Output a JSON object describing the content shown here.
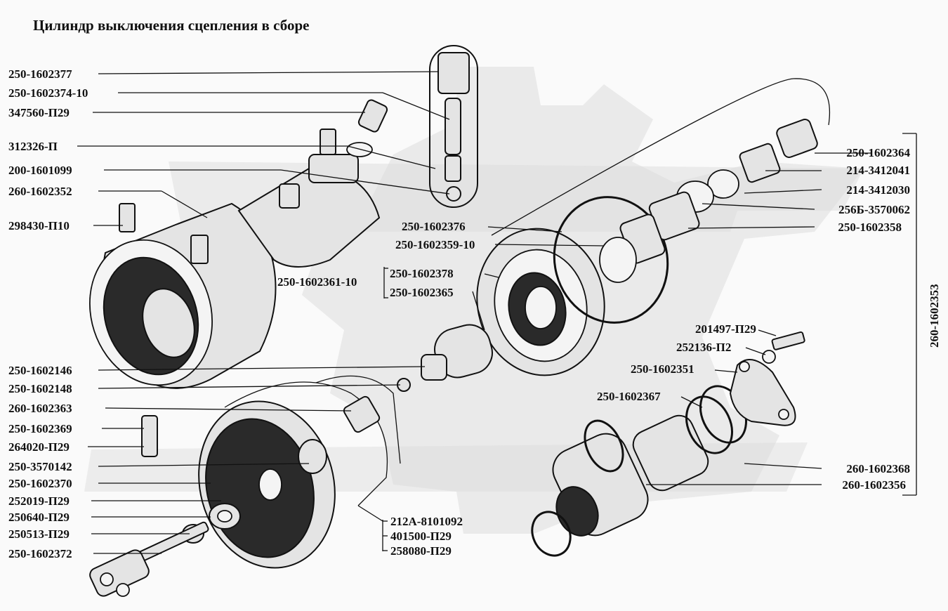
{
  "title": "Цилиндр выключения сцепления в сборе",
  "labels_left": [
    "250-1602377",
    "250-1602374-10",
    "347560-П29",
    "312326-П",
    "200-1601099",
    "260-1602352",
    "298430-П10",
    "250-1602146",
    "250-1602148",
    "260-1602363",
    "250-1602369",
    "264020-П29",
    "250-3570142",
    "250-1602370",
    "252019-П29",
    "250640-П29",
    "250513-П29",
    "250-1602372"
  ],
  "labels_center": [
    "250-1602361-10",
    "250-1602378",
    "250-1602365",
    "250-1602376",
    "250-1602359-10",
    "212А-8101092",
    "401500-П29",
    "258080-П29",
    "250-1602367",
    "250-1602351",
    "252136-П2",
    "201497-П29"
  ],
  "labels_right": [
    "250-1602364",
    "214-3412041",
    "214-3412030",
    "256Б-3570062",
    "250-1602358",
    "260-1602368",
    "260-1602356"
  ],
  "assembly_label": "260-1602353"
}
